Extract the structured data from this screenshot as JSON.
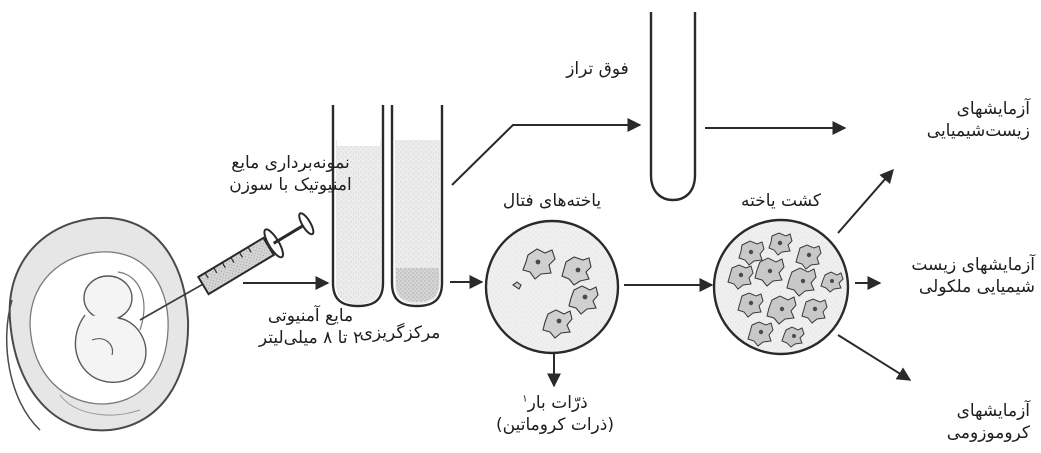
{
  "labels": {
    "sampling": [
      "نمونه‌برداری مایع",
      "امنیوتیک با سوزن"
    ],
    "amniotic_fluid": [
      "مایع آمنیوتی",
      "۲ تا ۸ میلی‌لیتر"
    ],
    "centrifuge": "مرکزگریزی",
    "supernatant": "فوق تراز",
    "fetal_cells": "یاخته‌های فتال",
    "cell_culture": "کشت یاخته",
    "barr_bodies": "ذرّات بار",
    "barr_footnote": "۱",
    "chromatin": "(ذرات کروماتین)",
    "biochem_tests": [
      "آزمایشهای",
      "زیست‌شیمیایی"
    ],
    "molecular_tests": [
      "آزمایشهای زیست",
      "شیمیایی ملکولی"
    ],
    "chromosome_tests": [
      "آزمایشهای",
      "کروموزومی"
    ]
  }
}
